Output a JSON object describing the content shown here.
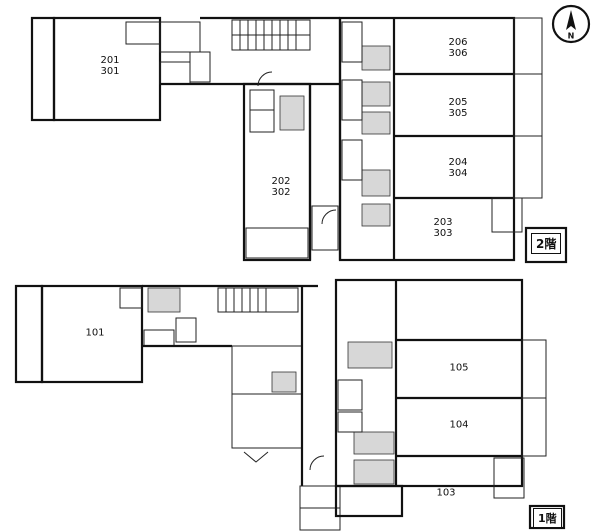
{
  "upper_floor": {
    "floor_label": "2階",
    "units": [
      {
        "label": "201\n301"
      },
      {
        "label": "202\n302"
      },
      {
        "label": "203\n303"
      },
      {
        "label": "204\n304"
      },
      {
        "label": "205\n305"
      },
      {
        "label": "206\n306"
      }
    ]
  },
  "ground_floor": {
    "floor_label": "1階",
    "units": [
      {
        "label": "101"
      },
      {
        "label": "103"
      },
      {
        "label": "104"
      },
      {
        "label": "105"
      }
    ]
  },
  "compass": {
    "symbol": "N"
  },
  "icons": [
    "north-arrow-icon",
    "stair-icon",
    "door-swing-icon"
  ]
}
